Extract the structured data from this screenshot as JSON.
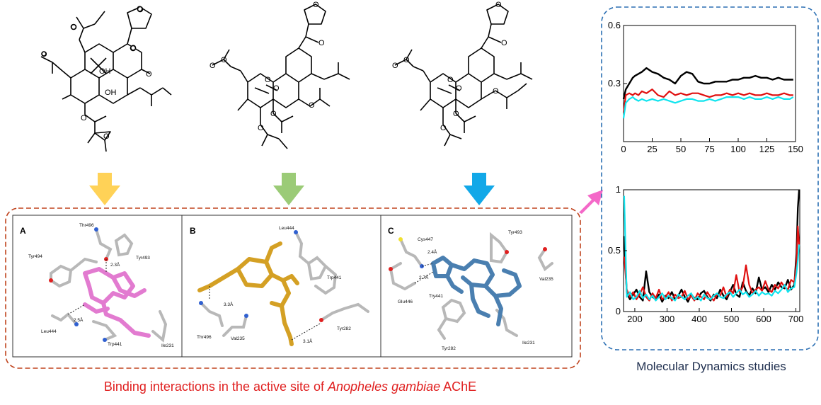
{
  "colors": {
    "arrow_a": "#ffd257",
    "arrow_b": "#9bcb77",
    "arrow_c": "#12a8e8",
    "arrow_md": "#f468c8",
    "binding_border": "#c0441e",
    "md_border": "#2b6fb3",
    "caption_red": "#e02020",
    "pose_a": "#e27bd0",
    "pose_b": "#d4a024",
    "pose_c": "#4a7fb0",
    "series_black": "#000000",
    "series_red": "#e01010",
    "series_cyan": "#10e4ee"
  },
  "binding_panels": [
    {
      "label": "A",
      "residues": [
        "Thr496",
        "Tyr494",
        "Tyr493",
        "Leu444",
        "Trp441",
        "Ile231"
      ],
      "distances": [
        "2.3Å",
        "2.5Å"
      ]
    },
    {
      "label": "B",
      "residues": [
        "Leu444",
        "Trp441",
        "Thr496",
        "Val235",
        "Tyr282"
      ],
      "distances": [
        "3.3Å",
        "3.1Å"
      ]
    },
    {
      "label": "C",
      "residues": [
        "Cys447",
        "Tyr493",
        "Glu446",
        "Try441",
        "Val235",
        "Tyr282",
        "Ile231"
      ],
      "distances": [
        "2.4Å",
        "2.7Å"
      ]
    }
  ],
  "captions": {
    "binding_prefix": "Binding interactions in the active site of ",
    "binding_species": "Anopheles gambiae",
    "binding_suffix": " AChE",
    "md": "Molecular Dynamics studies"
  },
  "chart_data": [
    {
      "type": "line",
      "title": "",
      "xlabel": "",
      "ylabel": "",
      "xlim": [
        0,
        150
      ],
      "ylim": [
        0,
        0.6
      ],
      "xticks": [
        0,
        25,
        50,
        75,
        100,
        125,
        150
      ],
      "yticks": [
        0.3,
        0.6
      ],
      "grid": false,
      "series": [
        {
          "color": "black",
          "x": [
            0,
            2,
            5,
            8,
            10,
            13,
            16,
            20,
            25,
            30,
            35,
            40,
            45,
            50,
            55,
            60,
            65,
            70,
            75,
            80,
            85,
            90,
            95,
            100,
            105,
            110,
            115,
            120,
            125,
            130,
            135,
            140,
            145,
            148
          ],
          "y": [
            0.22,
            0.27,
            0.3,
            0.33,
            0.34,
            0.35,
            0.36,
            0.38,
            0.36,
            0.35,
            0.33,
            0.32,
            0.3,
            0.34,
            0.36,
            0.35,
            0.31,
            0.3,
            0.3,
            0.31,
            0.31,
            0.31,
            0.32,
            0.32,
            0.33,
            0.33,
            0.34,
            0.33,
            0.33,
            0.32,
            0.33,
            0.32,
            0.32,
            0.32
          ]
        },
        {
          "color": "red",
          "x": [
            0,
            2,
            5,
            8,
            10,
            13,
            16,
            20,
            25,
            30,
            35,
            40,
            45,
            50,
            55,
            60,
            65,
            70,
            75,
            80,
            85,
            90,
            95,
            100,
            105,
            110,
            115,
            120,
            125,
            130,
            135,
            140,
            145,
            148
          ],
          "y": [
            0.15,
            0.24,
            0.25,
            0.24,
            0.25,
            0.24,
            0.26,
            0.25,
            0.27,
            0.24,
            0.23,
            0.26,
            0.24,
            0.25,
            0.24,
            0.25,
            0.25,
            0.24,
            0.23,
            0.24,
            0.24,
            0.25,
            0.24,
            0.25,
            0.24,
            0.25,
            0.24,
            0.24,
            0.25,
            0.24,
            0.24,
            0.25,
            0.24,
            0.24
          ]
        },
        {
          "color": "cyan",
          "x": [
            0,
            2,
            5,
            8,
            10,
            13,
            16,
            20,
            25,
            30,
            35,
            40,
            45,
            50,
            55,
            60,
            65,
            70,
            75,
            80,
            85,
            90,
            95,
            100,
            105,
            110,
            115,
            120,
            125,
            130,
            135,
            140,
            145,
            148
          ],
          "y": [
            0.12,
            0.2,
            0.22,
            0.23,
            0.22,
            0.21,
            0.22,
            0.21,
            0.22,
            0.21,
            0.22,
            0.21,
            0.2,
            0.21,
            0.22,
            0.22,
            0.21,
            0.21,
            0.22,
            0.21,
            0.22,
            0.23,
            0.23,
            0.23,
            0.22,
            0.23,
            0.22,
            0.22,
            0.23,
            0.22,
            0.23,
            0.22,
            0.22,
            0.23
          ]
        }
      ]
    },
    {
      "type": "line",
      "title": "",
      "xlabel": "",
      "ylabel": "",
      "xlim": [
        165,
        712
      ],
      "ylim": [
        0,
        1
      ],
      "xticks": [
        200,
        300,
        400,
        500,
        600,
        700
      ],
      "yticks": [
        0,
        0.5,
        1
      ],
      "grid": false,
      "series": [
        {
          "color": "black",
          "x": [
            167,
            175,
            185,
            195,
            205,
            215,
            225,
            235,
            245,
            255,
            265,
            275,
            285,
            295,
            305,
            315,
            325,
            335,
            345,
            355,
            365,
            375,
            385,
            395,
            405,
            415,
            425,
            435,
            445,
            455,
            465,
            475,
            485,
            495,
            505,
            515,
            525,
            535,
            545,
            555,
            565,
            575,
            585,
            595,
            605,
            615,
            625,
            635,
            645,
            655,
            665,
            675,
            685,
            695,
            702,
            706,
            710
          ],
          "y": [
            0.62,
            0.15,
            0.1,
            0.14,
            0.18,
            0.12,
            0.09,
            0.33,
            0.16,
            0.12,
            0.1,
            0.14,
            0.08,
            0.13,
            0.11,
            0.16,
            0.1,
            0.13,
            0.18,
            0.12,
            0.08,
            0.14,
            0.11,
            0.1,
            0.15,
            0.17,
            0.12,
            0.09,
            0.14,
            0.11,
            0.18,
            0.13,
            0.1,
            0.16,
            0.22,
            0.14,
            0.12,
            0.24,
            0.17,
            0.13,
            0.19,
            0.15,
            0.28,
            0.18,
            0.2,
            0.16,
            0.22,
            0.18,
            0.24,
            0.2,
            0.19,
            0.26,
            0.18,
            0.22,
            0.48,
            0.85,
            1.0
          ]
        },
        {
          "color": "red",
          "x": [
            167,
            175,
            185,
            195,
            205,
            215,
            225,
            235,
            245,
            255,
            265,
            275,
            285,
            295,
            305,
            315,
            325,
            335,
            345,
            355,
            365,
            375,
            385,
            395,
            405,
            415,
            425,
            435,
            445,
            455,
            465,
            475,
            485,
            495,
            505,
            515,
            525,
            535,
            545,
            555,
            565,
            575,
            585,
            595,
            605,
            615,
            625,
            635,
            645,
            655,
            665,
            675,
            685,
            695,
            702,
            706,
            710
          ],
          "y": [
            0.45,
            0.18,
            0.12,
            0.16,
            0.1,
            0.14,
            0.2,
            0.12,
            0.09,
            0.15,
            0.11,
            0.18,
            0.1,
            0.12,
            0.16,
            0.09,
            0.14,
            0.11,
            0.12,
            0.17,
            0.1,
            0.13,
            0.09,
            0.15,
            0.12,
            0.1,
            0.16,
            0.12,
            0.09,
            0.14,
            0.13,
            0.2,
            0.12,
            0.18,
            0.15,
            0.3,
            0.16,
            0.2,
            0.38,
            0.22,
            0.15,
            0.18,
            0.2,
            0.17,
            0.25,
            0.18,
            0.16,
            0.22,
            0.19,
            0.24,
            0.2,
            0.18,
            0.26,
            0.24,
            0.4,
            0.7,
            0.55
          ]
        },
        {
          "color": "cyan",
          "x": [
            167,
            175,
            185,
            195,
            205,
            215,
            225,
            235,
            245,
            255,
            265,
            275,
            285,
            295,
            305,
            315,
            325,
            335,
            345,
            355,
            365,
            375,
            385,
            395,
            405,
            415,
            425,
            435,
            445,
            455,
            465,
            475,
            485,
            495,
            505,
            515,
            525,
            535,
            545,
            555,
            565,
            575,
            585,
            595,
            605,
            615,
            625,
            635,
            645,
            655,
            665,
            675,
            685,
            695,
            702,
            706,
            710
          ],
          "y": [
            0.95,
            0.12,
            0.16,
            0.1,
            0.12,
            0.17,
            0.11,
            0.14,
            0.1,
            0.13,
            0.09,
            0.12,
            0.15,
            0.1,
            0.13,
            0.11,
            0.09,
            0.14,
            0.12,
            0.1,
            0.13,
            0.15,
            0.1,
            0.12,
            0.09,
            0.14,
            0.11,
            0.1,
            0.13,
            0.15,
            0.12,
            0.11,
            0.14,
            0.16,
            0.12,
            0.15,
            0.18,
            0.14,
            0.16,
            0.12,
            0.14,
            0.17,
            0.13,
            0.16,
            0.14,
            0.15,
            0.13,
            0.17,
            0.15,
            0.18,
            0.22,
            0.16,
            0.19,
            0.2,
            0.32,
            0.42,
            0.55
          ]
        }
      ]
    }
  ]
}
